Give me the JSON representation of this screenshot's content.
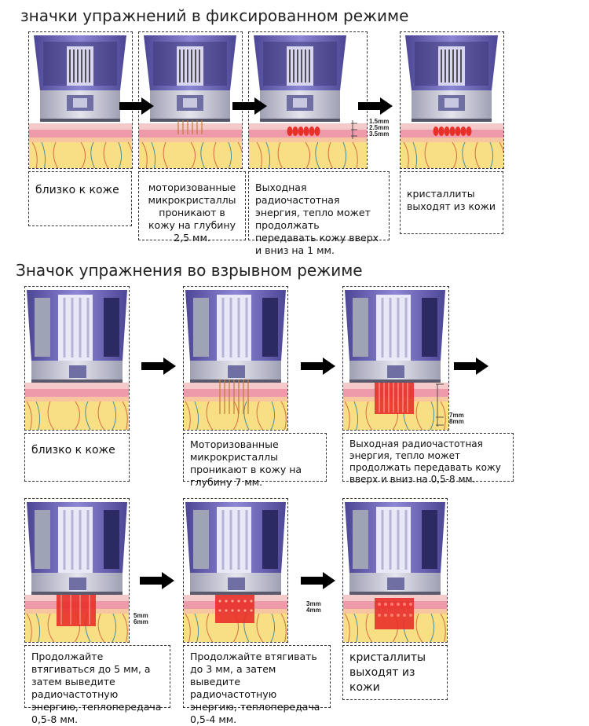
{
  "sections": {
    "fixed": {
      "title": "значки упражнений в фиксированном режиме",
      "captions": [
        "близко к коже",
        "моторизованные микрокристаллы проникают в кожу на глубину 2,5 мм.",
        "Выходная радиочастотная энергия, тепло может продолжать передавать кожу вверх и вниз на 1 мм.",
        "кристаллиты выходят из кожи"
      ],
      "depth_labels": [
        "1.5mm",
        "2.5mm",
        "3.5mm"
      ]
    },
    "burst": {
      "title": "Значок упражнения во взрывном режиме",
      "captions": [
        "близко к коже",
        "Моторизованные микрокристаллы проникают в кожу на глубину 7 мм.",
        "Выходная радиочастотная энергия, тепло может продолжать передавать кожу вверх и вниз на 0,5-8 мм.",
        "Продолжайте втягиваться до 5 мм, а затем выведите радиочастотную энергию, теплопередача 0,5-8 мм.",
        "Продолжайте втягивать до 3 мм, а затем выведите радиочастотную энергию, теплопередача 0,5-4 мм.",
        "кристаллиты выходят из кожи"
      ],
      "depth_labels_a": [
        "7mm",
        "8mm"
      ],
      "depth_labels_b": [
        "5mm",
        "6mm"
      ],
      "depth_labels_c": [
        "3mm",
        "4mm"
      ]
    }
  },
  "colors": {
    "device_purple": "#6a62b8",
    "device_grey": "#b9b9c4",
    "skin_pink": "#f2a9b6",
    "skin_yellow": "#f7dc7e",
    "rf_red": "#e8302a",
    "arrow": "#000000"
  },
  "icons": [
    "arrow-right-icon",
    "handpiece-icon",
    "skin-layer-icon",
    "needle-icon",
    "rf-energy-icon"
  ]
}
